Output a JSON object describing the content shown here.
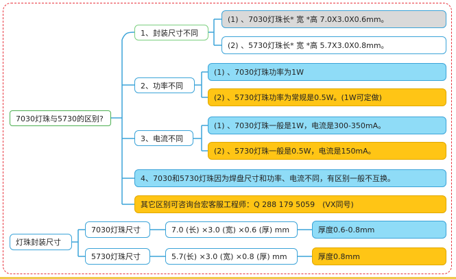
{
  "root": "7030灯珠与5730的区别?",
  "branches": [
    {
      "label": "1、封装尺寸不同",
      "leaves": [
        "(1) 、7030灯珠长* 宽 *高 7.0X3.0X0.6mm。",
        "(2) 、5730灯珠长* 宽 *高 5.7X3.0X0.8mm。"
      ]
    },
    {
      "label": "2、功率不同",
      "leaves": [
        "(1) 、7030灯珠功率为1W",
        "(2) 、5730灯珠功率为常规是0.5W。(1W可定做)"
      ]
    },
    {
      "label": "3、电流不同",
      "leaves": [
        "(1) 、7030灯珠一般是1W，电流是300-350mA。",
        "(2) 、5730灯珠一般是0.5W，电流是150mA。"
      ]
    }
  ],
  "note4": "4、7030和5730灯珠因为焊盘尺寸和功率、电流不同，有区别一般不互换。",
  "contact": "其它区别可咨询台宏客服工程师：Q 288 179 5059　(VX同号)",
  "package": {
    "root": "灯珠封装尺寸",
    "items": [
      {
        "name": "7030灯珠尺寸",
        "dims": "7.0 (长) ×3.0 (宽) ×0.6 (厚) mm",
        "thickness": "厚度0.6-0.8mm"
      },
      {
        "name": "5730灯珠尺寸",
        "dims": "5.7(长) ×3.0 (宽) ×0.8 (厚) mm",
        "thickness": "厚度0.8mm"
      }
    ]
  }
}
